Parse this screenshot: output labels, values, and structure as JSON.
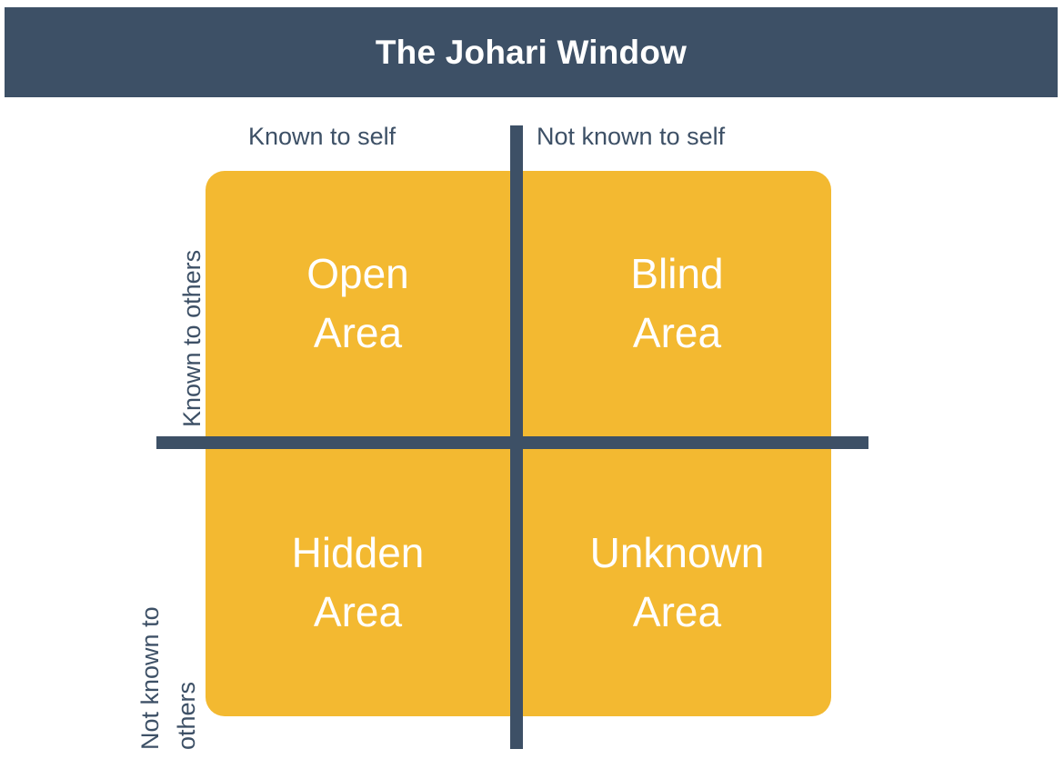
{
  "header": {
    "title": "The Johari Window"
  },
  "diagram": {
    "type": "johari-window",
    "colors": {
      "header_background": "#3d5066",
      "header_text": "#ffffff",
      "panel_background": "#f3b931",
      "divider": "#3d5066",
      "axis_label_text": "#3d5066",
      "quadrant_text": "#ffffff",
      "page_background": "#ffffff"
    },
    "column_headers": [
      {
        "id": "known-self",
        "label": "Known to self"
      },
      {
        "id": "not-known-self",
        "label": "Not known to self"
      }
    ],
    "row_headers": [
      {
        "id": "known-others",
        "lines": [
          "Known to others"
        ]
      },
      {
        "id": "not-known-others",
        "lines": [
          "Not known to",
          "others"
        ]
      }
    ],
    "quadrants": [
      {
        "id": "open",
        "line1": "Open",
        "line2": "Area",
        "row": "known-others",
        "column": "known-self"
      },
      {
        "id": "blind",
        "line1": "Blind",
        "line2": "Area",
        "row": "known-others",
        "column": "not-known-self"
      },
      {
        "id": "hidden",
        "line1": "Hidden",
        "line2": "Area",
        "row": "not-known-others",
        "column": "known-self"
      },
      {
        "id": "unknown",
        "line1": "Unknown",
        "line2": "Area",
        "row": "not-known-others",
        "column": "not-known-self"
      }
    ]
  }
}
